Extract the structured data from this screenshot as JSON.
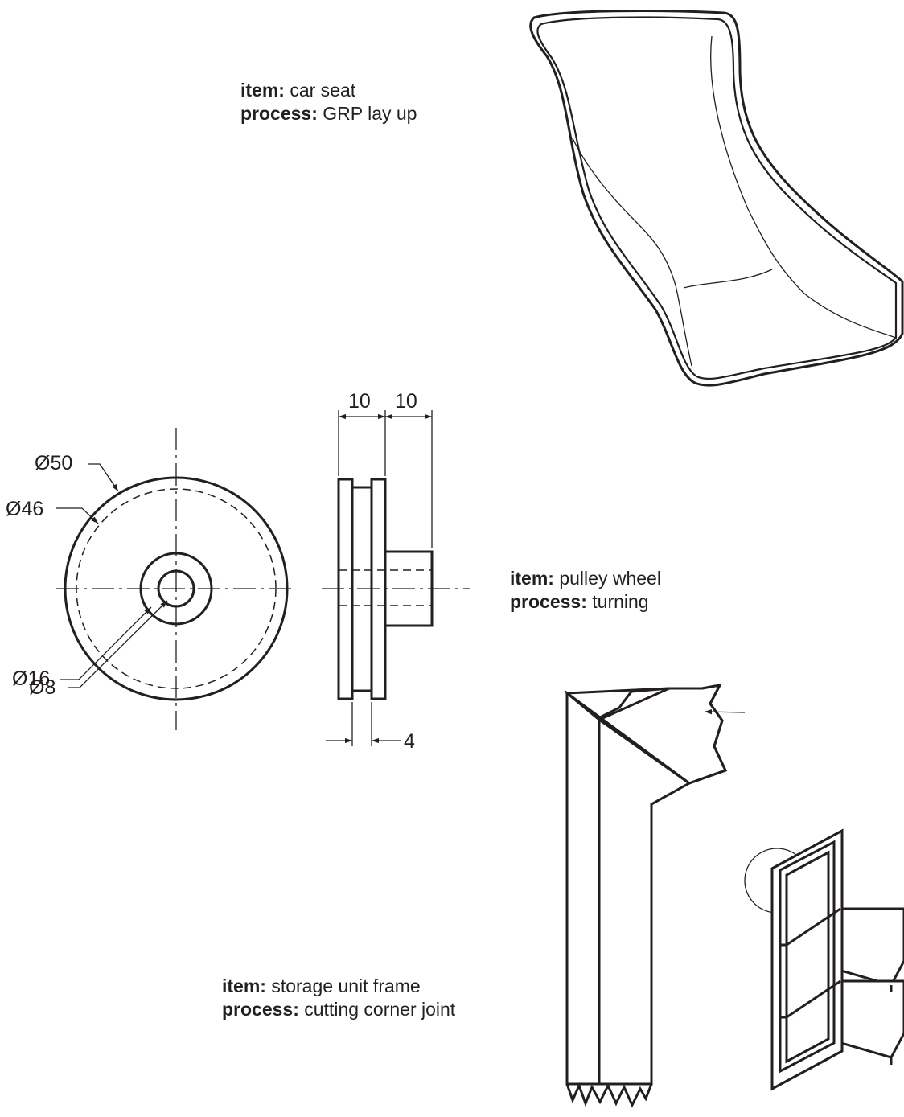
{
  "captions": [
    {
      "item_label": "item:",
      "item_value": "car seat",
      "process_label": "process:",
      "process_value": "GRP lay up"
    },
    {
      "item_label": "item:",
      "item_value": "pulley wheel",
      "process_label": "process:",
      "process_value": "turning"
    },
    {
      "item_label": "item:",
      "item_value": "storage unit frame",
      "process_label": "process:",
      "process_value": "cutting corner joint"
    }
  ],
  "pulley_dimensions": {
    "outer_diameter": "Ø50",
    "groove_diameter": "Ø46",
    "boss_diameter": "Ø16",
    "bore_diameter": "Ø8",
    "flange_width": "10",
    "boss_length": "10",
    "groove_width": "4"
  }
}
